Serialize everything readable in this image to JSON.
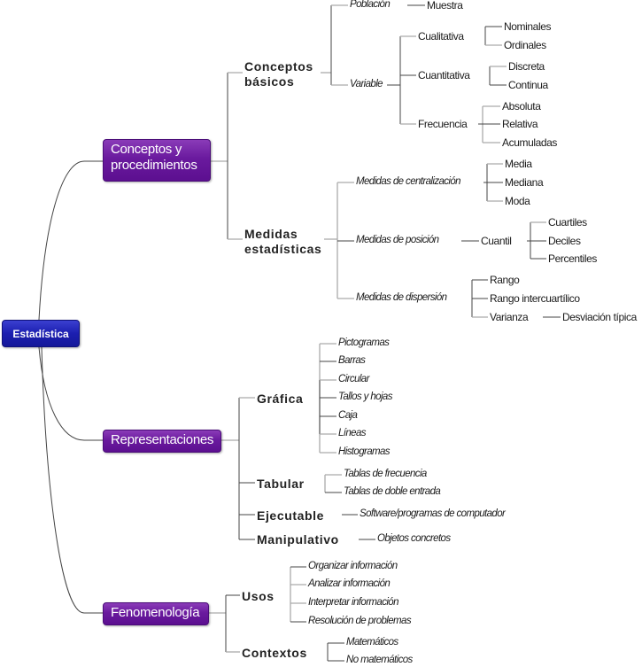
{
  "root": {
    "label": "Estadística",
    "color": "#1c1fb0"
  },
  "branch_color": "#6a1a9e",
  "branches": {
    "conceptos": {
      "label": "Conceptos y procedimientos",
      "line1": "Conceptos y",
      "line2": "procedimientos",
      "basicos": {
        "line1": "Conceptos",
        "line2": "básicos",
        "poblacion": "Población",
        "muestra": "Muestra",
        "variable": "Variable",
        "cualitativa": "Cualitativa",
        "nominales": "Nominales",
        "ordinales": "Ordinales",
        "cuantitativa": "Cuantitativa",
        "discreta": "Discreta",
        "continua": "Continua",
        "frecuencia": "Frecuencia",
        "absoluta": "Absoluta",
        "relativa": "Relativa",
        "acumuladas": "Acumuladas"
      },
      "medidas": {
        "line1": "Medidas",
        "line2": "estadísticas",
        "centralizacion": "Medidas de centralización",
        "media": "Media",
        "mediana": "Mediana",
        "moda": "Moda",
        "posicion": "Medidas de posición",
        "cuantil": "Cuantil",
        "cuartiles": "Cuartiles",
        "deciles": "Deciles",
        "percentiles": "Percentiles",
        "dispersion": "Medidas de dispersión",
        "rango": "Rango",
        "rango_iq": "Rango intercuartílico",
        "varianza": "Varianza",
        "desviacion": "Desviación típica"
      }
    },
    "representaciones": {
      "label": "Representaciones",
      "grafica": {
        "label": "Gráfica",
        "items": [
          "Pictogramas",
          "Barras",
          "Circular",
          "Tallos y hojas",
          "Caja",
          "Líneas",
          "Histogramas"
        ]
      },
      "tabular": {
        "label": "Tabular",
        "items": [
          "Tablas de frecuencia",
          "Tablas de doble entrada"
        ]
      },
      "ejecutable": {
        "label": "Ejecutable",
        "item": "Software/programas de computador"
      },
      "manipulativo": {
        "label": "Manipulativo",
        "item": "Objetos concretos"
      }
    },
    "fenomenologia": {
      "label": "Fenomenología",
      "usos": {
        "label": "Usos",
        "items": [
          "Organizar información",
          "Analizar información",
          "Interpretar información",
          "Resolución de problemas"
        ]
      },
      "contextos": {
        "label": "Contextos",
        "items": [
          "Matemáticos",
          "No matemáticos"
        ]
      }
    }
  }
}
